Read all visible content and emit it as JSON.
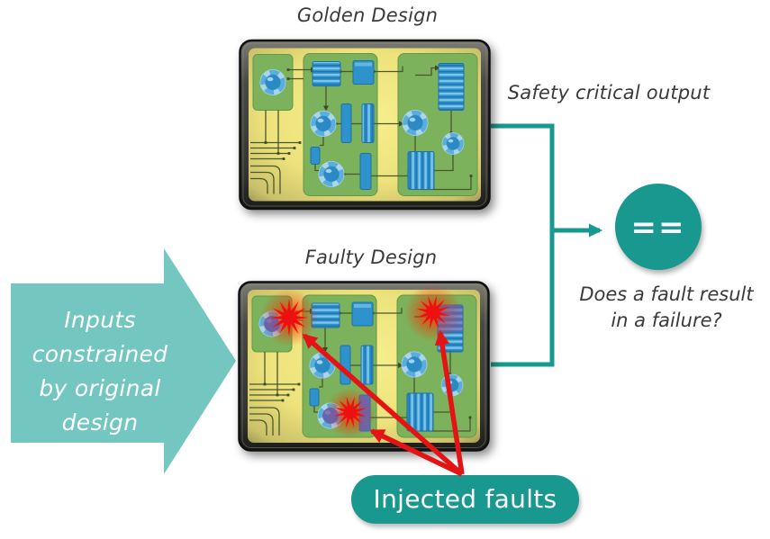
{
  "diagram": {
    "golden_design": {
      "title": "Golden Design"
    },
    "faulty_design": {
      "title": "Faulty Design"
    },
    "labels": {
      "safety_output": "Safety critical output",
      "comparator_symbol": "==",
      "question_line1": "Does a fault result",
      "question_line2": "in a failure?",
      "injected_faults": "Injected faults"
    },
    "inputs_arrow": {
      "line1": "Inputs",
      "line2": "constrained",
      "line3": "by original",
      "line4": "design"
    },
    "colors": {
      "teal": "#18988f",
      "teal_light": "#74c7c1",
      "red": "#e41414",
      "text_dark": "#3a3a3a",
      "chip_yellow": "#ede27b",
      "chip_green": "#7db25c",
      "component_blue": "#2e92cc"
    }
  }
}
